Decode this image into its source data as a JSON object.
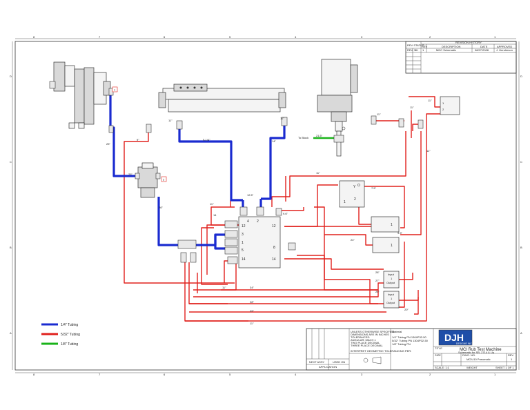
{
  "border": {
    "top_zones": [
      "8",
      "7",
      "6",
      "5",
      "4",
      "3",
      "2",
      "1"
    ],
    "side_zones": [
      "D",
      "C",
      "B",
      "A"
    ]
  },
  "revision_history": {
    "title": "REVISION HISTORY",
    "headers": [
      "REV STATUS",
      "REV",
      "DESCRIPTION",
      "DATE",
      "APPROVED"
    ],
    "sub_headers": [
      "REV",
      "SH"
    ],
    "row": {
      "rev": "1",
      "sh": "1",
      "description": "MDC Schematic",
      "date": "08/27/2008",
      "approved": "J. Henderson"
    }
  },
  "callouts": {
    "filter_regulator": "1",
    "regulator": "2"
  },
  "tubing_labels": {
    "l_25a": "25\"",
    "l_9": "9\"",
    "l_25b": "25\"",
    "l_26": "26\"",
    "l_5_1_4": "5-1/4\"",
    "l_11_cyl_left": "11\"",
    "l_11_cyl_right": "11\"",
    "l_14_right": "14\"",
    "l_12_5": "12.5\"",
    "l_9_6": "9.6\"",
    "l_11_manifold": "11\"",
    "l_14_manifold": "14",
    "l_11_pump": "11\"",
    "l_11_mid": "11\"",
    "l_11_top": "11\"",
    "l_11_valve": "11\"",
    "l_7_5": "7.5\"",
    "l_11_vertical": "11\"",
    "l_9_5": "9.5\"",
    "l_24": "24\"",
    "l_28a": "28\"",
    "l_27": "27\"",
    "l_26b": "26\"",
    "l_11_lower": "11\"",
    "l_34": "34\"",
    "l_28b": "28\"",
    "l_29": "29\"",
    "l_11_bottom": "11\"",
    "l_20": "20\"",
    "l_21_5": "21.5\"",
    "to_block": "To Block"
  },
  "manifold": {
    "ports_top": [
      "4",
      "2"
    ],
    "ports_left": [
      "12",
      "3",
      "1",
      "5",
      "14"
    ],
    "ports_right": [
      "12",
      "8",
      "14"
    ]
  },
  "valve_box": {
    "port_y": "Y",
    "port_o": "O",
    "port_1": "1",
    "port_2": "2"
  },
  "small_valves": {
    "left_port": "1",
    "right_port": "1"
  },
  "top_right_valve": {
    "port_1": "1",
    "port_2": "2"
  },
  "sensors": {
    "a": {
      "input": "Input",
      "mid": "1",
      "output": "Output"
    },
    "b": {
      "input": "Input",
      "mid": "1",
      "output": "Output"
    }
  },
  "legend": {
    "items": [
      {
        "label": "1/4\" Tubing",
        "color": "#1a2bd0"
      },
      {
        "label": "5/32\" Tubing",
        "color": "#e0201c"
      },
      {
        "label": "1/8\" Tubing",
        "color": "#19b319"
      }
    ]
  },
  "title_block": {
    "material_title": "Material",
    "material_lines": [
      "1/4\" Tubing PN 1304P32-50",
      "5/32\" Tubing PN 1304P32-50",
      "1/8\" Tubing PN"
    ],
    "notes": [
      "UNLESS OTHERWISE SPECIFIED",
      "DIMENSIONS ARE IN INCHES",
      "TOLERANCES:",
      "ANGULAR: MACH ±",
      "TWO PLACE DECIMAL",
      "THREE PLACE DECIMAL",
      "INTERPRET GEOMETRIC TOLERANCING PER:"
    ],
    "company_logo": "DJH",
    "company_sub": "DESIGNS INC.",
    "title_label": "TITLE",
    "title": "MCI Rub Test Machine",
    "subtitle": "Schematic for SB. 2714 & Up",
    "next_assy": "NEXT ASSY",
    "used_on": "USED ON",
    "application": "APPLICATION",
    "size_label": "SIZE",
    "dwg_no_label": "DWG. NO.",
    "rev_label": "REV",
    "dwg_no": "MCIU10 Pneumatic",
    "rev": "1",
    "scale": "SCALE: 1:1",
    "weight_label": "WEIGHT",
    "sheet": "SHEET 1 OF 1"
  }
}
